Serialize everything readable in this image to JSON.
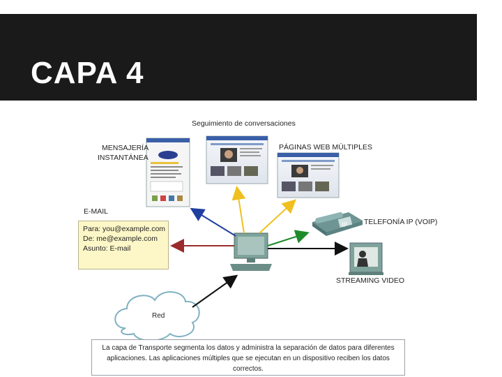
{
  "slide": {
    "title": "CAPA 4"
  },
  "diagram": {
    "heading": "Seguimiento de conversaciones",
    "im_label_line1": "MENSAJERÍA",
    "im_label_line2": "INSTANTÁNEA",
    "web_label": "PÁGINAS WEB MÚLTIPLES",
    "email_label": "E-MAIL",
    "voip_label": "TELEFONÍA IP (VOIP)",
    "video_label": "STREAMING VIDEO",
    "network_label": "Red",
    "phone_tag": "IP",
    "email": {
      "to": "Para: you@example.com",
      "from": "De: me@example.com",
      "subject": "Asunto: E-mail"
    },
    "caption": "La capa de Transporte segmenta los datos y administra la separación de datos para diferentes aplicaciones. Las aplicaciones múltiples que se ejecutan en un dispositivo reciben los datos correctos.",
    "colors": {
      "im_arrow": "#1f3f9f",
      "web_arrow": "#f0c020",
      "email_arrow": "#9b2b2b",
      "voip_arrow": "#1f8a2a",
      "video_arrow": "#111111",
      "network_arrow": "#111111"
    }
  }
}
